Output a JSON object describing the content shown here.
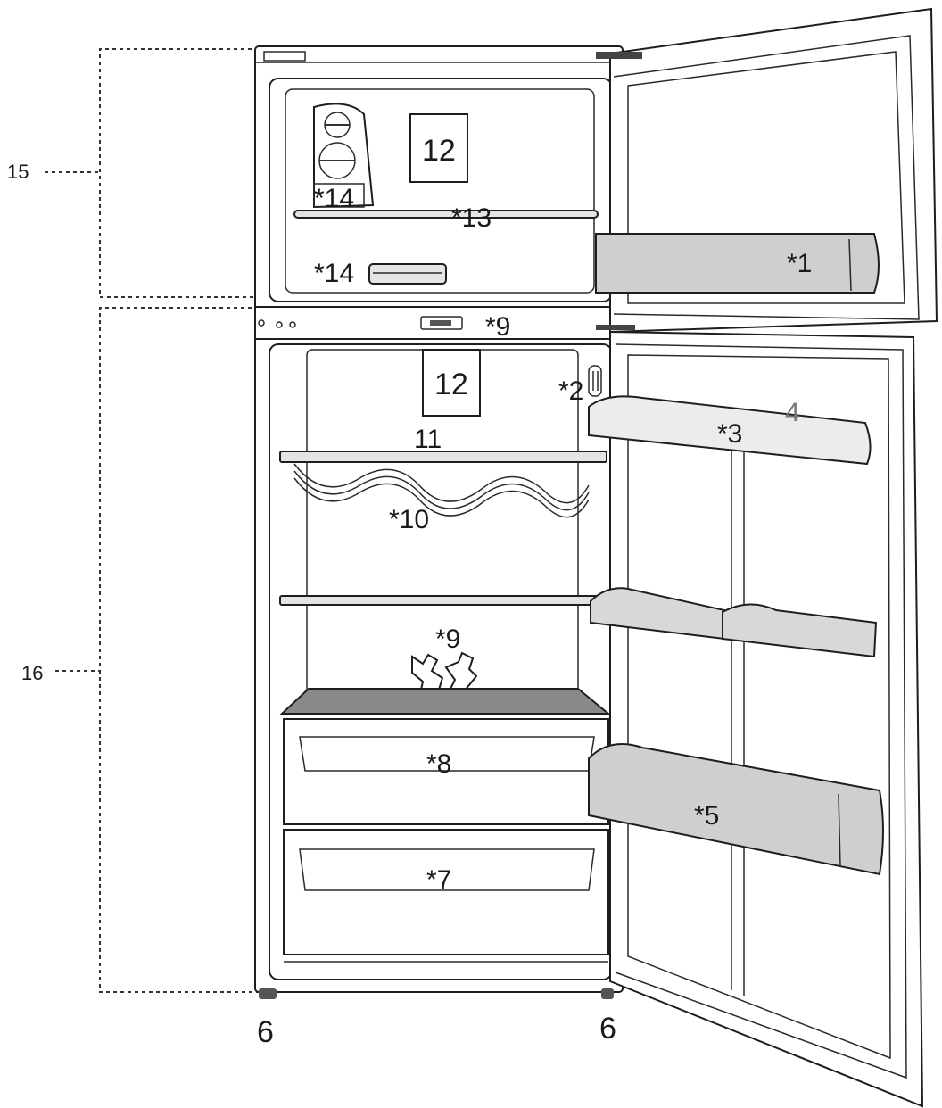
{
  "labels": {
    "freezer_door_bin": "*1",
    "light": "*2",
    "egg_tray": "*3",
    "door_shelf_upper": "4",
    "door_bin_lower": "*5",
    "foot_left": "6",
    "foot_right": "6",
    "drawer_lower": "*7",
    "drawer_upper": "*8",
    "control_panel": "*9",
    "tools": "*9",
    "wine_rack": "*10",
    "glass_shelf": "11",
    "freezer_sticker": "12",
    "fridge_sticker": "12",
    "freezer_shelf": "*13",
    "ice_tray_upper": "*14",
    "ice_tray_lower": "*14",
    "freezer_section": "15",
    "fridge_section": "16"
  }
}
